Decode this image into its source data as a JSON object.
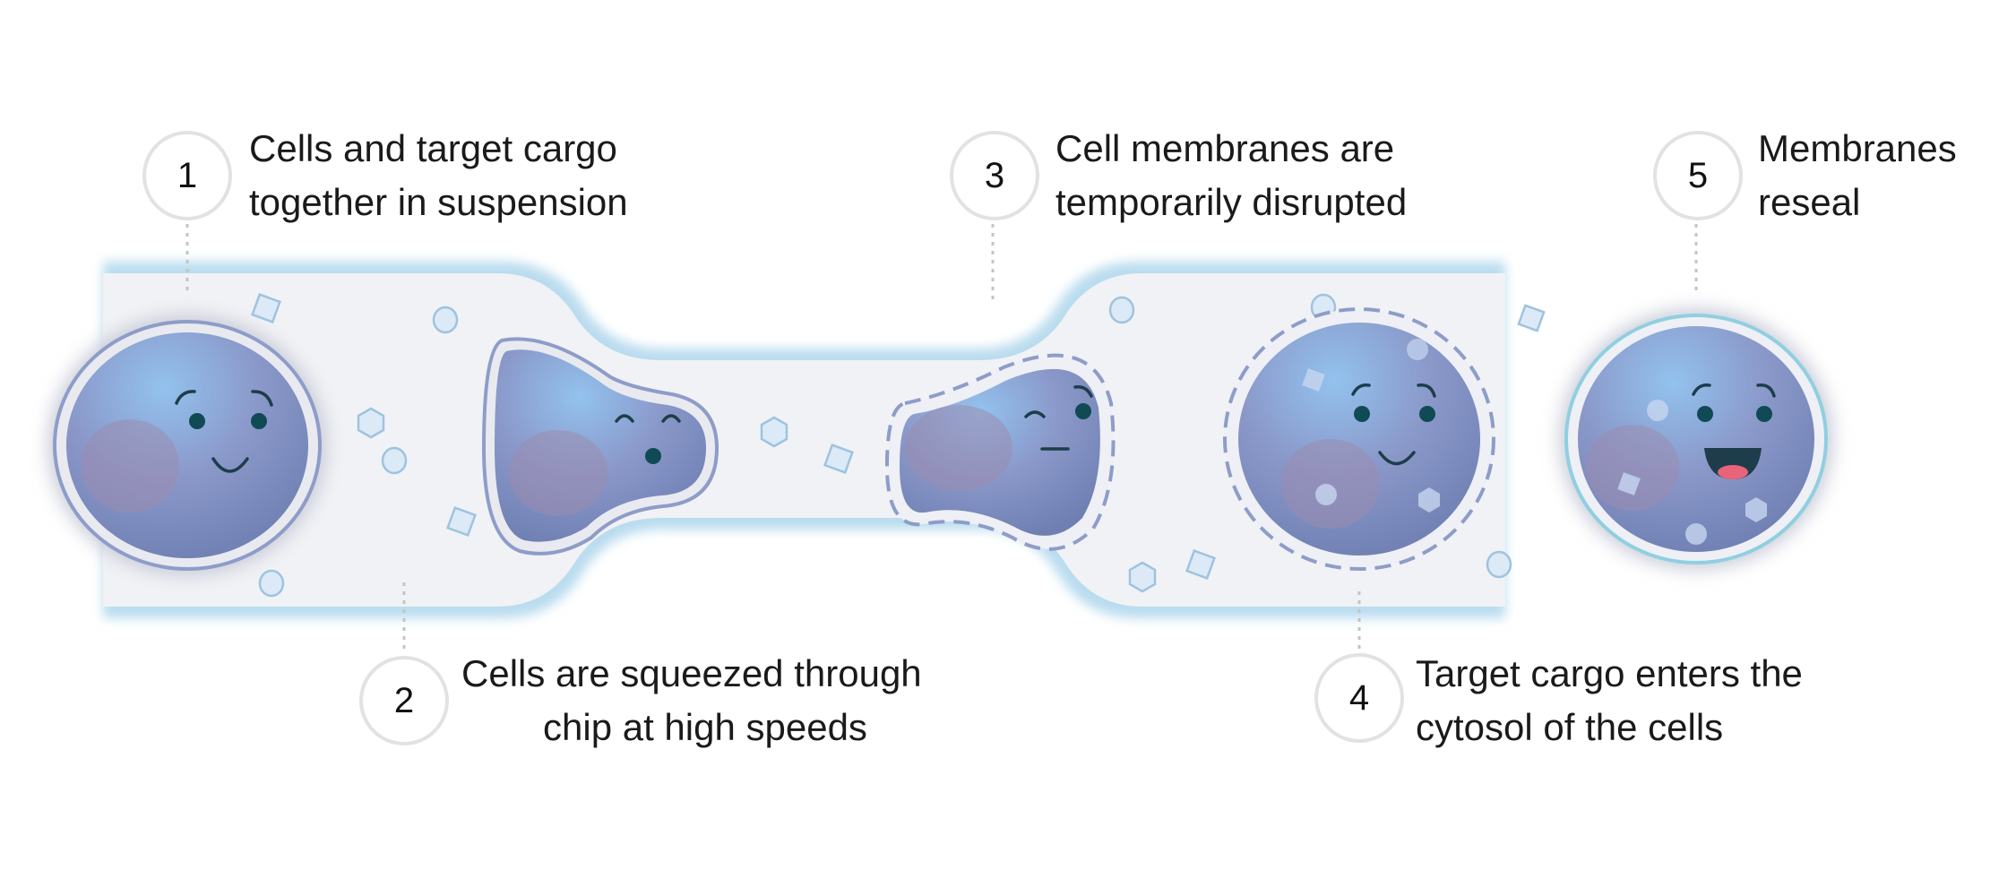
{
  "steps": [
    {
      "number": "1",
      "line1": "Cells and target cargo",
      "line2": "together in suspension"
    },
    {
      "number": "2",
      "line1": "Cells are squeezed through",
      "line2": "chip at high speeds"
    },
    {
      "number": "3",
      "line1": "Cell membranes are",
      "line2": "temporarily disrupted"
    },
    {
      "number": "4",
      "line1": "Target cargo enters the",
      "line2": "cytosol of the cells"
    },
    {
      "number": "5",
      "line1": "Membranes",
      "line2": "reseal"
    }
  ],
  "colors": {
    "channel": "#f1f2f5",
    "channel_edge": "#b9dcef",
    "cell": "#7f95c8",
    "nucleus": "#9a8db0",
    "mouth": "#e8647a"
  }
}
